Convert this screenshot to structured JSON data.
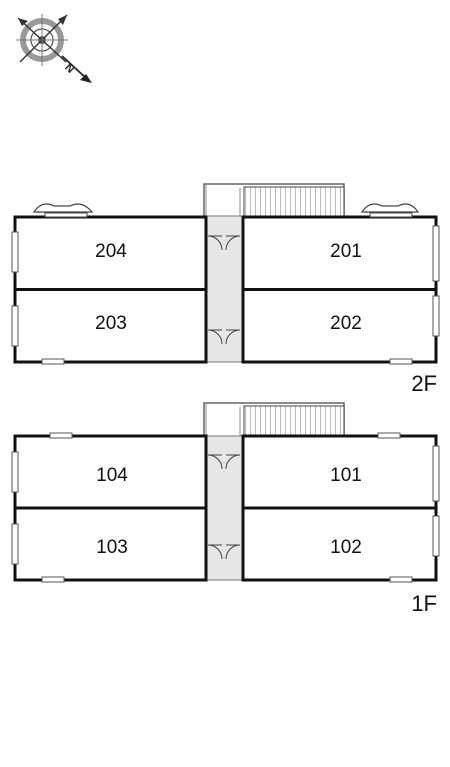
{
  "compass": {
    "north_label": "N",
    "icon": "compass-rose-icon"
  },
  "floors": [
    {
      "label": "2F",
      "rooms": [
        "204",
        "203",
        "201",
        "202"
      ]
    },
    {
      "label": "1F",
      "rooms": [
        "104",
        "103",
        "101",
        "102"
      ]
    }
  ]
}
